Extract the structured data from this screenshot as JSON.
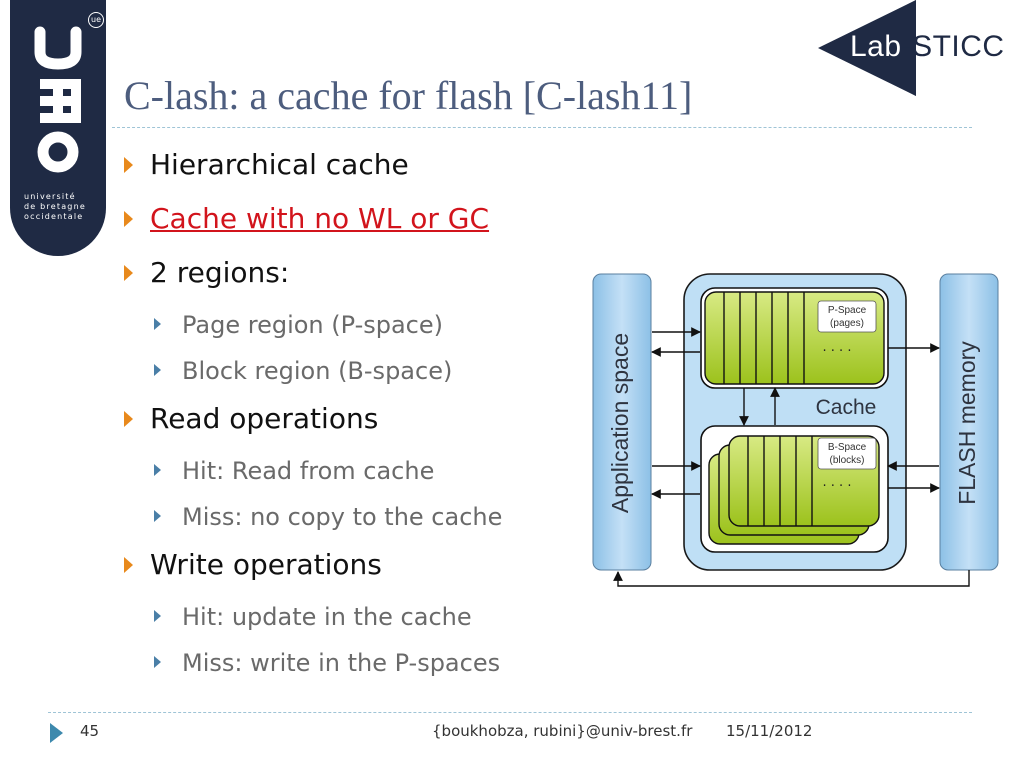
{
  "logo": {
    "name": "université de bretagne occidentale",
    "line1": "université",
    "line2": "de bretagne",
    "line3": "occidentale",
    "badge": "ue",
    "color": "#1f2a44"
  },
  "lab_logo": {
    "prefix": "Lab",
    "suffix": "STICC",
    "sep": "-",
    "color": "#1f2a44"
  },
  "slide": {
    "title": "C-lash: a cache for flash [C-lash11]",
    "bullets": [
      {
        "level": 1,
        "text": "Hierarchical cache",
        "style": "normal"
      },
      {
        "level": 1,
        "text": "Cache with no WL or GC",
        "style": "red-underline"
      },
      {
        "level": 1,
        "text": "2 regions:",
        "style": "normal"
      },
      {
        "level": 2,
        "text": "Page region (P-space)"
      },
      {
        "level": 2,
        "text": "Block region (B-space)"
      },
      {
        "level": 1,
        "text": "Read operations",
        "style": "normal"
      },
      {
        "level": 2,
        "text": "Hit: Read from cache"
      },
      {
        "level": 2,
        "text": "Miss: no copy to the cache"
      },
      {
        "level": 1,
        "text": "Write operations",
        "style": "normal"
      },
      {
        "level": 2,
        "text": "Hit: update in the cache"
      },
      {
        "level": 2,
        "text": "Miss: write in the P-spaces"
      }
    ]
  },
  "diagram": {
    "left_label": "Application space",
    "right_label": "FLASH memory",
    "cache_label": "Cache",
    "pspace_label_1": "P-Space",
    "pspace_label_2": "(pages)",
    "bspace_label_1": "B-Space",
    "bspace_label_2": "(blocks)",
    "ellipsis": "· · · ·",
    "colors": {
      "side_fill": "#a9d0ee",
      "cache_fill": "#b9dcf4",
      "cell_green": "#b6d630",
      "outline": "#1a1a1a"
    }
  },
  "footer": {
    "page": "45",
    "email": "{boukhobza, rubini}@univ-brest.fr",
    "date": "15/11/2012"
  },
  "accent": {
    "bullet_l1": "#e8891c",
    "bullet_l2": "#4a7fa7",
    "title": "#4d5d7e",
    "red": "#d2141c"
  }
}
